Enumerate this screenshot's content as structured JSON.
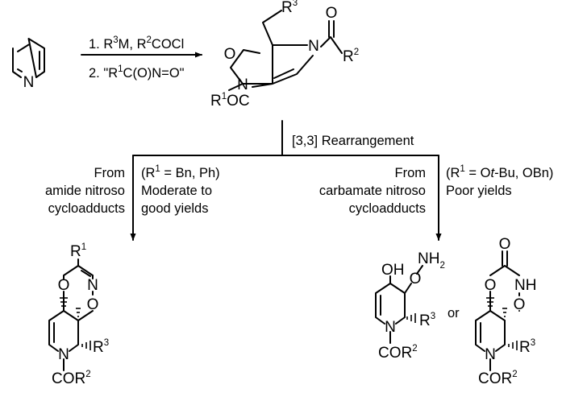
{
  "reagents": {
    "step1": [
      "1. R",
      "3",
      "M, R",
      "2",
      "COCl"
    ],
    "step2": [
      "2. \"R",
      "1",
      "C(O)N=O\""
    ]
  },
  "bicyclic": {
    "r3": [
      "R",
      "3"
    ],
    "r2": [
      "R",
      "2"
    ],
    "r1oc": [
      "R",
      "1",
      "OC"
    ],
    "o": "O",
    "n_ring": "N",
    "n_amide": "N",
    "o_carbonyl": "O"
  },
  "pyridine": {
    "n": "N"
  },
  "rearrangement_label": "[3,3] Rearrangement",
  "left_branch": {
    "from_lines": [
      "From",
      "amide nitroso",
      "cycloadducts"
    ],
    "cond_line1": [
      "(R",
      "1",
      " = Bn, Ph)"
    ],
    "cond_lines": [
      "Moderate to",
      "good yields"
    ]
  },
  "right_branch": {
    "from_lines": [
      "From",
      "carbamate nitroso",
      "cycloadducts"
    ],
    "cond_line1": [
      "(R",
      "1",
      " = O",
      "t",
      "-Bu, OBn)"
    ],
    "cond_line2": "Poor yields"
  },
  "product_left": {
    "r1": [
      "R",
      "1"
    ],
    "o1": "O",
    "n1": "N",
    "o2": "O",
    "r3": [
      "R",
      "3"
    ],
    "n_ring": "N",
    "cor2": [
      "COR",
      "2"
    ]
  },
  "product_mid": {
    "oh": "OH",
    "nh2": [
      "NH",
      "2"
    ],
    "o": "O",
    "r3": [
      "R",
      "3"
    ],
    "n_ring": "N",
    "cor2": [
      "COR",
      "2"
    ]
  },
  "or_label": "or",
  "product_right": {
    "o_carbonyl": "O",
    "o1": "O",
    "nh": "NH",
    "o2": "O",
    "r3": [
      "R",
      "3"
    ],
    "n_ring": "N",
    "cor2": [
      "COR",
      "2"
    ]
  }
}
